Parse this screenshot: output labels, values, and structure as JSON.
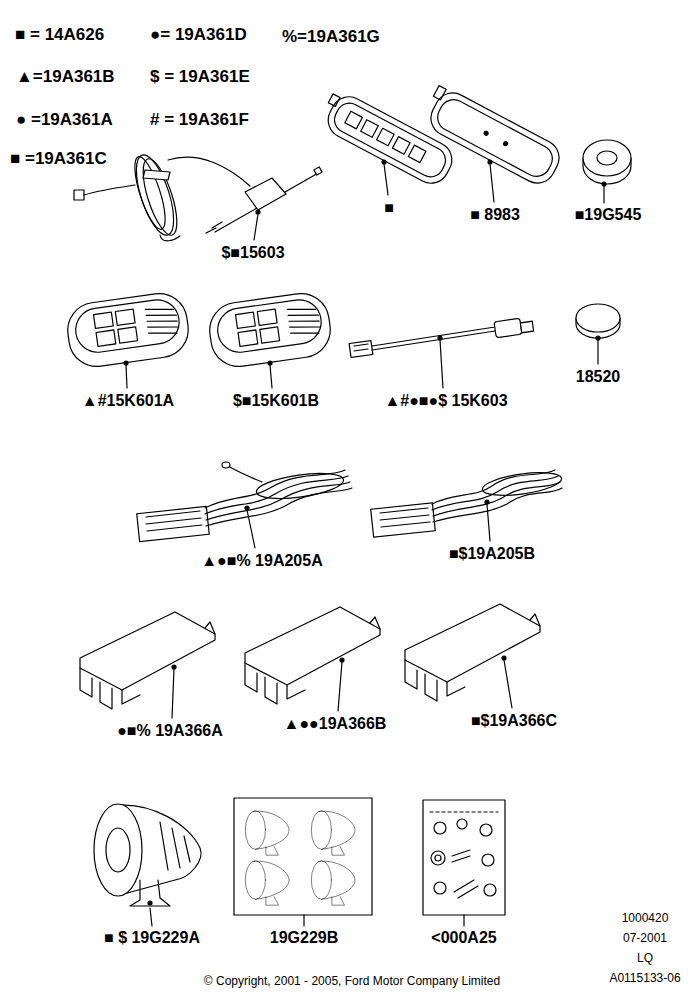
{
  "diagram": {
    "labels": [
      "■ = 14A626",
      "●= 19A361D",
      "%=19A361G",
      "▲=19A361B",
      "$ = 19A361E",
      "● =19A361A",
      "# = 19A361F",
      "■ =19A361C",
      "$■15603",
      "■",
      "■ 8983",
      "■19G545",
      "▲#15K601A",
      "$■15K601B",
      "▲#●■●$ 15K603",
      "18520",
      "▲●■% 19A205A",
      "■$19A205B",
      "●■% 19A366A",
      "▲●●19A366B",
      "■$19A366C",
      "■ $ 19G229A",
      "19G229B",
      "<000A25",
      "1000420",
      "07-2001",
      "LQ",
      "A0115133-06",
      "© Copyright, 2001 - 2005, Ford Motor Company Limited"
    ]
  }
}
